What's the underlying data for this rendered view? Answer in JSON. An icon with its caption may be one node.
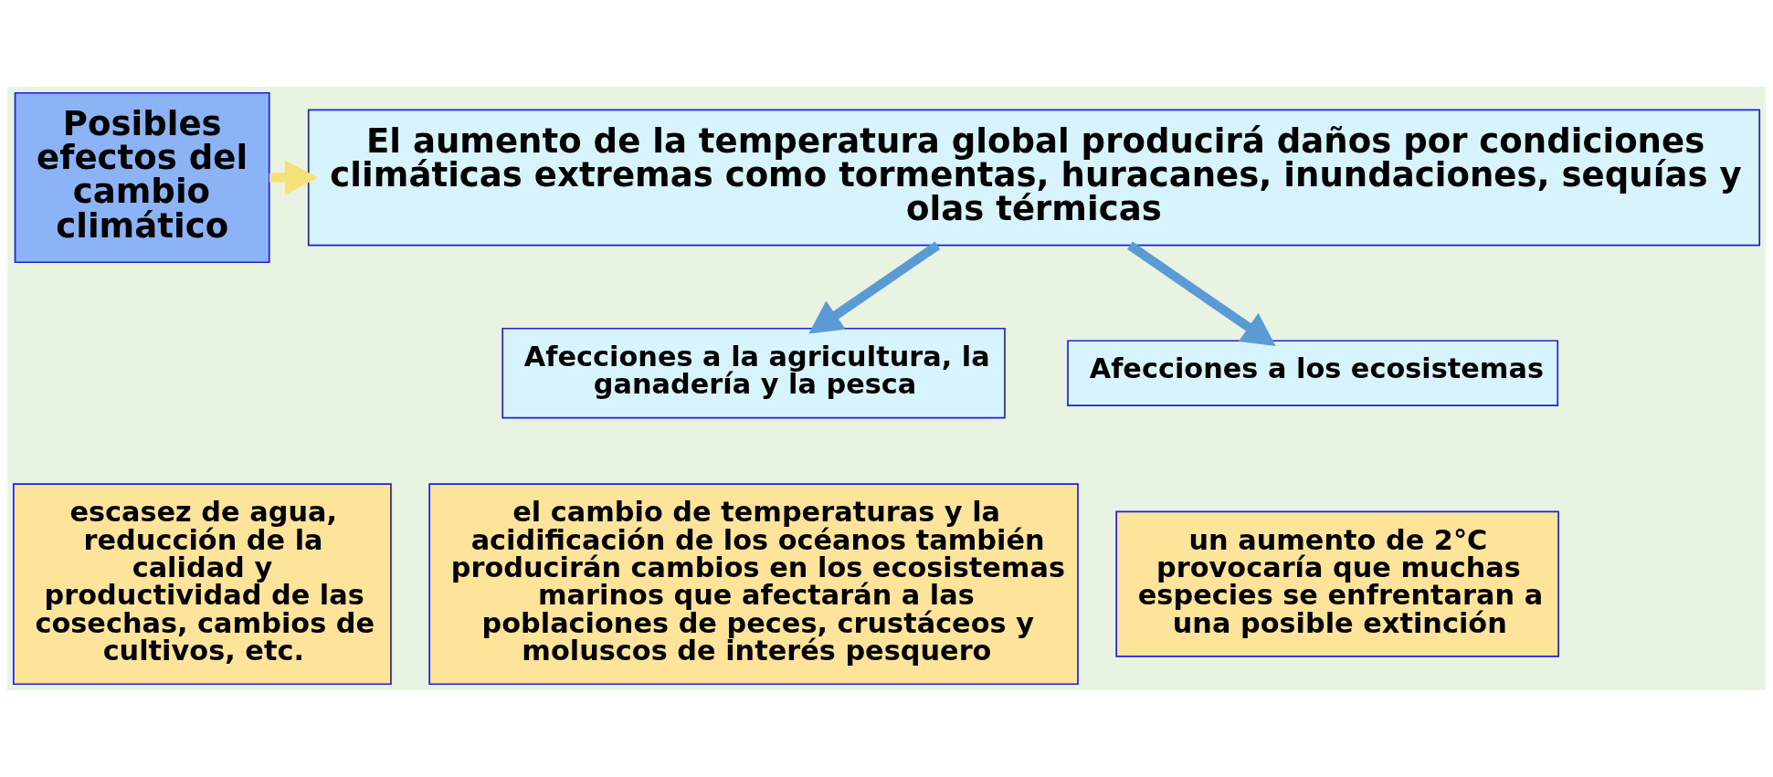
{
  "diagram": {
    "nodes": [
      {
        "text": [
          "Posibles efectos del cambio climático"
        ]
      },
      {
        "text": [
          "El aumento de la temperatura global producirá daños por condiciones climáticas extremas como tormentas, huracanes, inundaciones, sequías y olas térmicas"
        ]
      },
      {
        "text": [
          "Afecciones a la agricultura, la ganadería y la pesca"
        ]
      },
      {
        "text": [
          "Afecciones a los ecosistemas"
        ]
      },
      {
        "text": [
          "escasez de agua, reducción de la calidad y productividad de las cosechas, cambios de cultivos, etc."
        ]
      },
      {
        "text": [
          "el cambio de temperaturas y la acidificación de los océanos también producirán cambios en los ecosistemas marinos que afectarán a las poblaciones de peces, crustáceos y moluscos de interés pesquero"
        ]
      },
      {
        "text": [
          "un aumento de 2°C provocaría que muchas especies se enfrentaran a una posible extinción"
        ]
      }
    ],
    "edges": [
      {
        "from": 0,
        "to": 1,
        "arrow": "to",
        "color": "#f5e07a"
      },
      {
        "from": 1,
        "to": 2,
        "arrow": "to"
      },
      {
        "from": 1,
        "to": 3,
        "arrow": "to"
      }
    ]
  }
}
